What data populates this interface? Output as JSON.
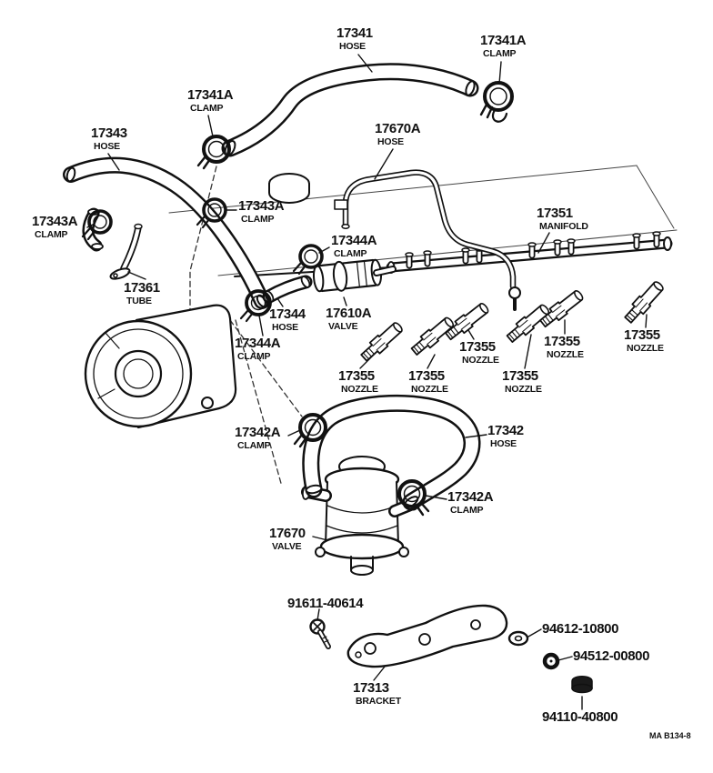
{
  "footer_code": "MA B134-8",
  "colors": {
    "ink": "#111111",
    "paper": "#ffffff"
  },
  "labels": {
    "hose_17341": {
      "part": "17341",
      "name": "HOSE"
    },
    "clamp_17341a_right": {
      "part": "17341A",
      "name": "CLAMP"
    },
    "clamp_17341a_left": {
      "part": "17341A",
      "name": "CLAMP"
    },
    "hose_17343": {
      "part": "17343",
      "name": "HOSE"
    },
    "hose_17670a": {
      "part": "17670A",
      "name": "HOSE"
    },
    "clamp_17343a_left": {
      "part": "17343A",
      "name": "CLAMP"
    },
    "clamp_17343a_mid": {
      "part": "17343A",
      "name": "CLAMP"
    },
    "manifold_17351": {
      "part": "17351",
      "name": "MANIFOLD"
    },
    "clamp_17344a_top": {
      "part": "17344A",
      "name": "CLAMP"
    },
    "tube_17361": {
      "part": "17361",
      "name": "TUBE"
    },
    "hose_17344": {
      "part": "17344",
      "name": "HOSE"
    },
    "valve_17610a": {
      "part": "17610A",
      "name": "VALVE"
    },
    "clamp_17344a_bottom": {
      "part": "17344A",
      "name": "CLAMP"
    },
    "nozzle_17355_a": {
      "part": "17355",
      "name": "NOZZLE"
    },
    "nozzle_17355_b": {
      "part": "17355",
      "name": "NOZZLE"
    },
    "nozzle_17355_c": {
      "part": "17355",
      "name": "NOZZLE"
    },
    "nozzle_17355_d": {
      "part": "17355",
      "name": "NOZZLE"
    },
    "nozzle_17355_e": {
      "part": "17355",
      "name": "NOZZLE"
    },
    "nozzle_17355_f": {
      "part": "17355",
      "name": "NOZZLE"
    },
    "clamp_17342a_left": {
      "part": "17342A",
      "name": "CLAMP"
    },
    "hose_17342": {
      "part": "17342",
      "name": "HOSE"
    },
    "clamp_17342a_right": {
      "part": "17342A",
      "name": "CLAMP"
    },
    "valve_17670": {
      "part": "17670",
      "name": "VALVE"
    },
    "bolt_91611": {
      "part": "91611-40614"
    },
    "bracket_17313": {
      "part": "17313",
      "name": "BRACKET"
    },
    "washer_94612": {
      "part": "94612-10800"
    },
    "grommet_94512": {
      "part": "94512-00800"
    },
    "nut_94110": {
      "part": "94110-40800"
    }
  }
}
